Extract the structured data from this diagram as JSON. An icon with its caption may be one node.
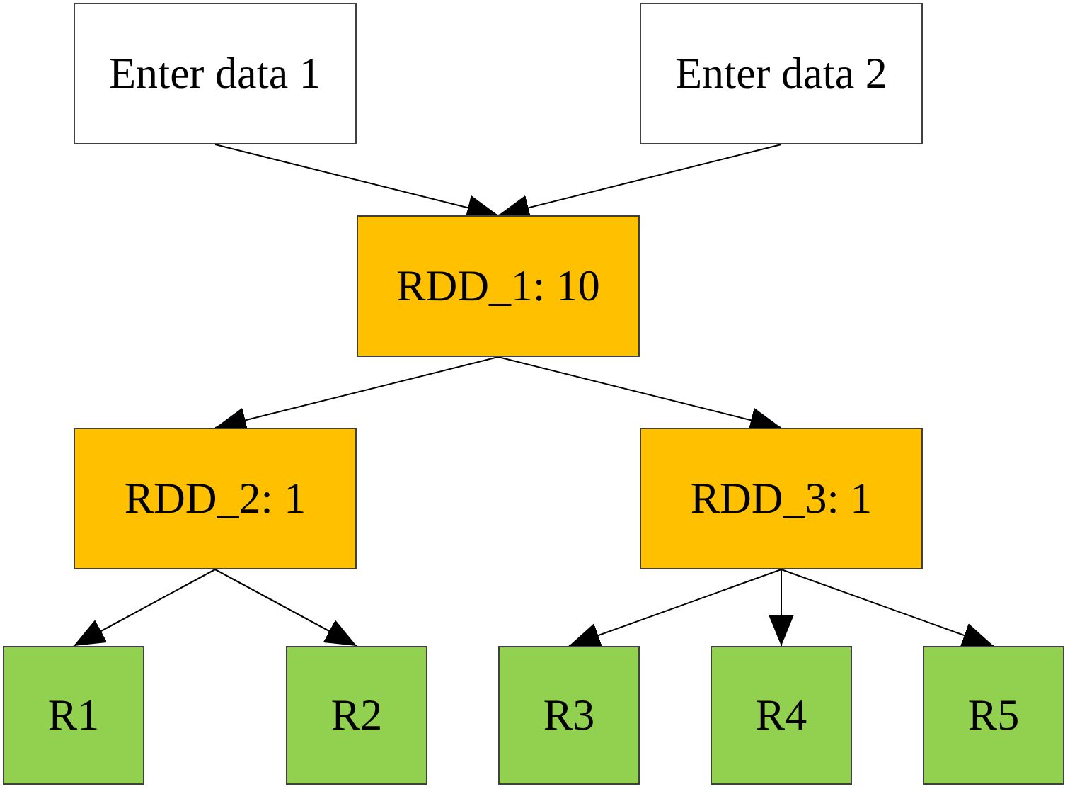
{
  "diagram": {
    "nodes": [
      {
        "text": [
          "Enter data 1"
        ]
      },
      {
        "text": [
          "Enter data 2"
        ]
      },
      {
        "text": [
          "RDD_1: 10"
        ]
      },
      {
        "text": [
          "RDD_2: 1"
        ]
      },
      {
        "text": [
          "RDD_3: 1"
        ]
      },
      {
        "text": [
          "R1"
        ]
      },
      {
        "text": [
          "R2"
        ]
      },
      {
        "text": [
          "R3"
        ]
      },
      {
        "text": [
          "R4"
        ]
      },
      {
        "text": [
          "R5"
        ]
      }
    ],
    "edges": [
      {
        "from": 0,
        "to": 2,
        "arrow": "to"
      },
      {
        "from": 1,
        "to": 2,
        "arrow": "to"
      },
      {
        "from": 2,
        "to": 3,
        "arrow": "to"
      },
      {
        "from": 2,
        "to": 4,
        "arrow": "to"
      },
      {
        "from": 3,
        "to": 5,
        "arrow": "to"
      },
      {
        "from": 3,
        "to": 6,
        "arrow": "to"
      },
      {
        "from": 4,
        "to": 7,
        "arrow": "to"
      },
      {
        "from": 4,
        "to": 8,
        "arrow": "to"
      },
      {
        "from": 4,
        "to": 9,
        "arrow": "to"
      }
    ]
  }
}
